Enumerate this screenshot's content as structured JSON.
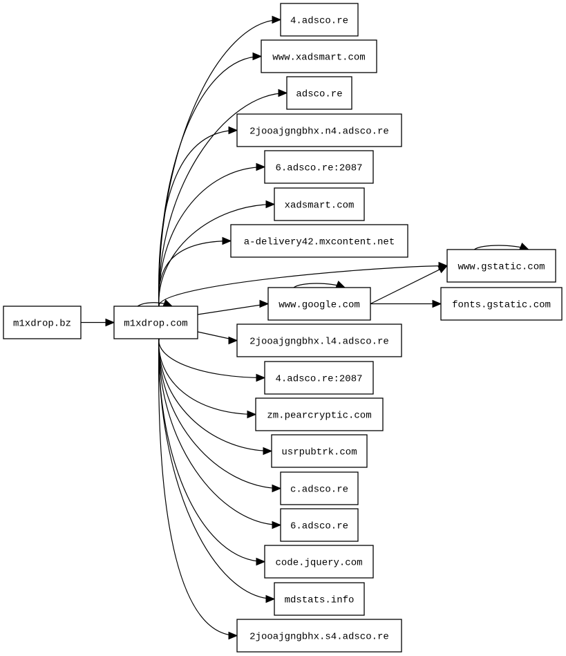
{
  "graph": {
    "type": "directed",
    "nodes": [
      {
        "id": "n_bz",
        "label": "m1xdrop.bz"
      },
      {
        "id": "n_com",
        "label": "m1xdrop.com"
      },
      {
        "id": "n1",
        "label": "4.adsco.re"
      },
      {
        "id": "n2",
        "label": "www.xadsmart.com"
      },
      {
        "id": "n3",
        "label": "adsco.re"
      },
      {
        "id": "n4",
        "label": "2jooajgngbhx.n4.adsco.re"
      },
      {
        "id": "n5",
        "label": "6.adsco.re:2087"
      },
      {
        "id": "n6",
        "label": "xadsmart.com"
      },
      {
        "id": "n7",
        "label": "a-delivery42.mxcontent.net"
      },
      {
        "id": "n_gst",
        "label": "www.gstatic.com"
      },
      {
        "id": "n_goo",
        "label": "www.google.com"
      },
      {
        "id": "n_fgs",
        "label": "fonts.gstatic.com"
      },
      {
        "id": "n8",
        "label": "2jooajgngbhx.l4.adsco.re"
      },
      {
        "id": "n9",
        "label": "4.adsco.re:2087"
      },
      {
        "id": "n10",
        "label": "zm.pearcryptic.com"
      },
      {
        "id": "n11",
        "label": "usrpubtrk.com"
      },
      {
        "id": "n12",
        "label": "c.adsco.re"
      },
      {
        "id": "n13",
        "label": "6.adsco.re"
      },
      {
        "id": "n14",
        "label": "code.jquery.com"
      },
      {
        "id": "n15",
        "label": "mdstats.info"
      },
      {
        "id": "n16",
        "label": "2jooajgngbhx.s4.adsco.re"
      }
    ],
    "edges": [
      {
        "from": "n_bz",
        "to": "n_com"
      },
      {
        "from": "n_com",
        "to": "n_com"
      },
      {
        "from": "n_com",
        "to": "n1"
      },
      {
        "from": "n_com",
        "to": "n2"
      },
      {
        "from": "n_com",
        "to": "n3"
      },
      {
        "from": "n_com",
        "to": "n4"
      },
      {
        "from": "n_com",
        "to": "n5"
      },
      {
        "from": "n_com",
        "to": "n6"
      },
      {
        "from": "n_com",
        "to": "n7"
      },
      {
        "from": "n_com",
        "to": "n_gst"
      },
      {
        "from": "n_com",
        "to": "n_goo"
      },
      {
        "from": "n_com",
        "to": "n8"
      },
      {
        "from": "n_com",
        "to": "n9"
      },
      {
        "from": "n_com",
        "to": "n10"
      },
      {
        "from": "n_com",
        "to": "n11"
      },
      {
        "from": "n_com",
        "to": "n12"
      },
      {
        "from": "n_com",
        "to": "n13"
      },
      {
        "from": "n_com",
        "to": "n14"
      },
      {
        "from": "n_com",
        "to": "n15"
      },
      {
        "from": "n_com",
        "to": "n16"
      },
      {
        "from": "n_goo",
        "to": "n_goo"
      },
      {
        "from": "n_goo",
        "to": "n_gst"
      },
      {
        "from": "n_goo",
        "to": "n_fgs"
      },
      {
        "from": "n_gst",
        "to": "n_gst"
      }
    ]
  }
}
